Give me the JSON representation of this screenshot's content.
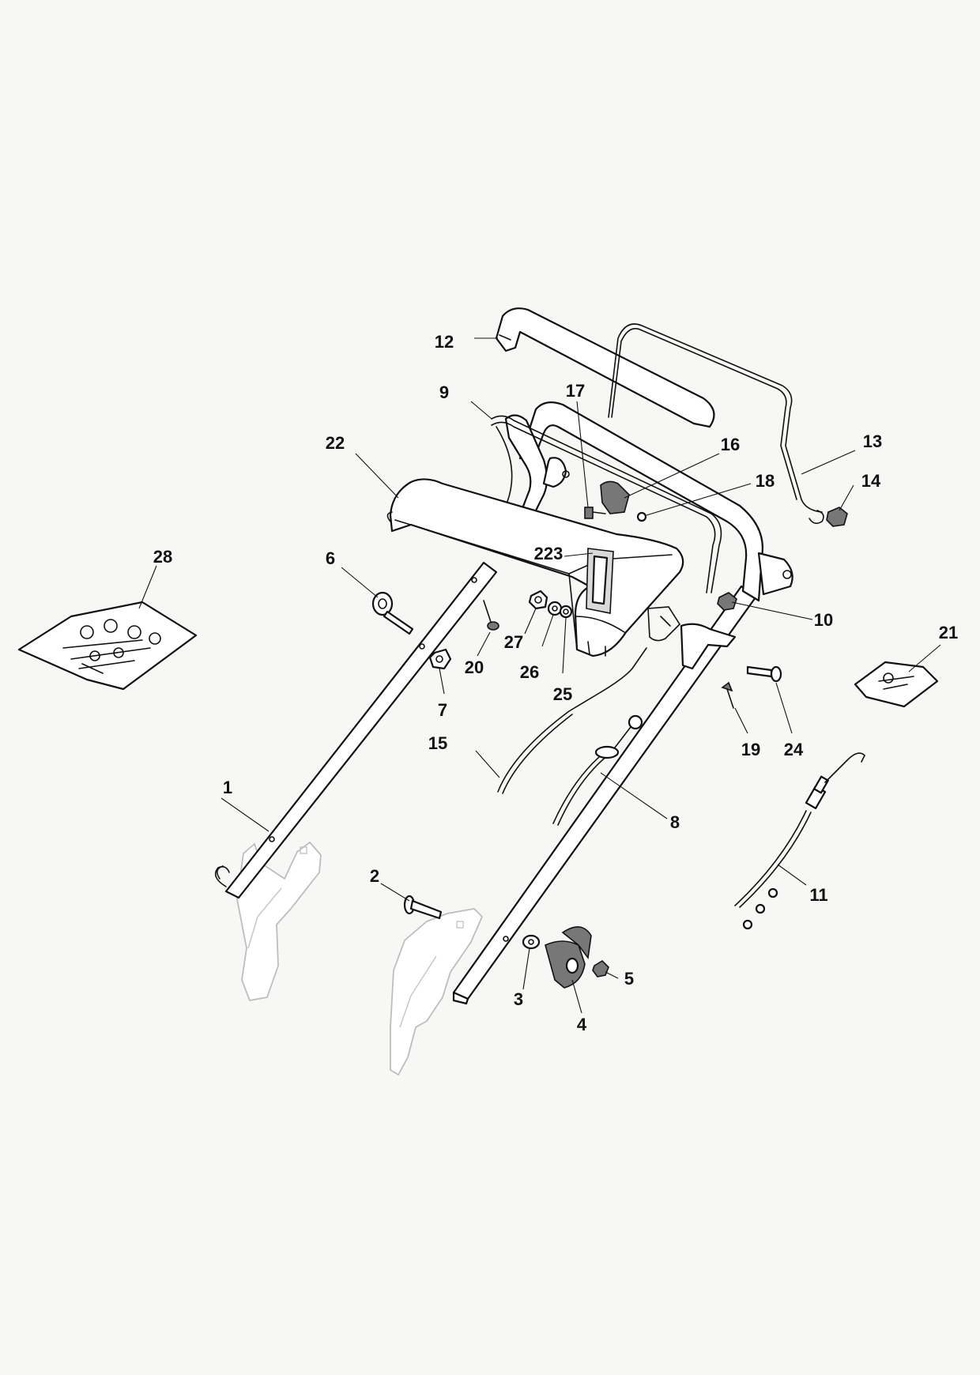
{
  "diagram": {
    "callouts": [
      "1",
      "2",
      "3",
      "4",
      "5",
      "6",
      "7",
      "8",
      "9",
      "10",
      "11",
      "12",
      "13",
      "14",
      "15",
      "16",
      "17",
      "18",
      "19",
      "20",
      "21",
      "22",
      "223",
      "24",
      "25",
      "26",
      "27",
      "28"
    ]
  }
}
